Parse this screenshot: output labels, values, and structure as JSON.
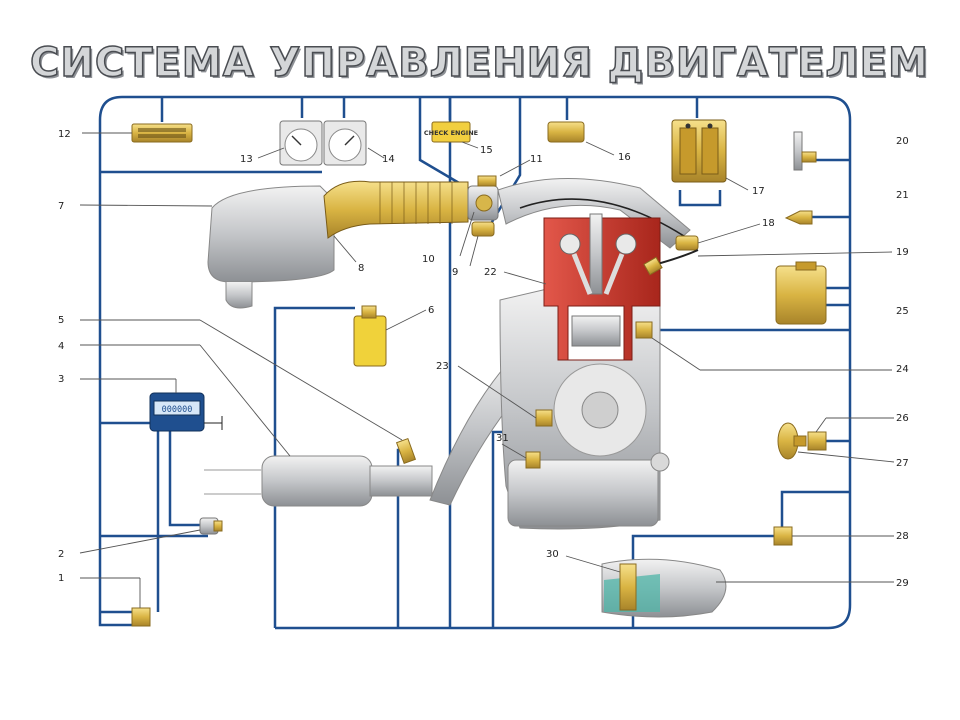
{
  "title": "СИСТЕМА УПРАВЛЕНИЯ ДВИГАТЕЛЕМ",
  "check_engine_label": "CHECK ENGINE",
  "odometer_value": "000000",
  "colors": {
    "wire": "#1f4f8f",
    "sensor_gold": "#e3c257",
    "engine_red": "#c8382b",
    "panel_border": "#2a5d9e"
  },
  "callouts": {
    "c1": "1",
    "c2": "2",
    "c3": "3",
    "c4": "4",
    "c5": "5",
    "c6": "6",
    "c7": "7",
    "c8": "8",
    "c9": "9",
    "c10": "10",
    "c11": "11",
    "c12": "12",
    "c13": "13",
    "c14": "14",
    "c15": "15",
    "c16": "16",
    "c17": "17",
    "c18": "18",
    "c19": "19",
    "c20": "20",
    "c21": "21",
    "c22": "22",
    "c23": "23",
    "c24": "24",
    "c25": "25",
    "c26": "26",
    "c27": "27",
    "c28": "28",
    "c29": "29",
    "c30": "30",
    "c31": "31"
  }
}
